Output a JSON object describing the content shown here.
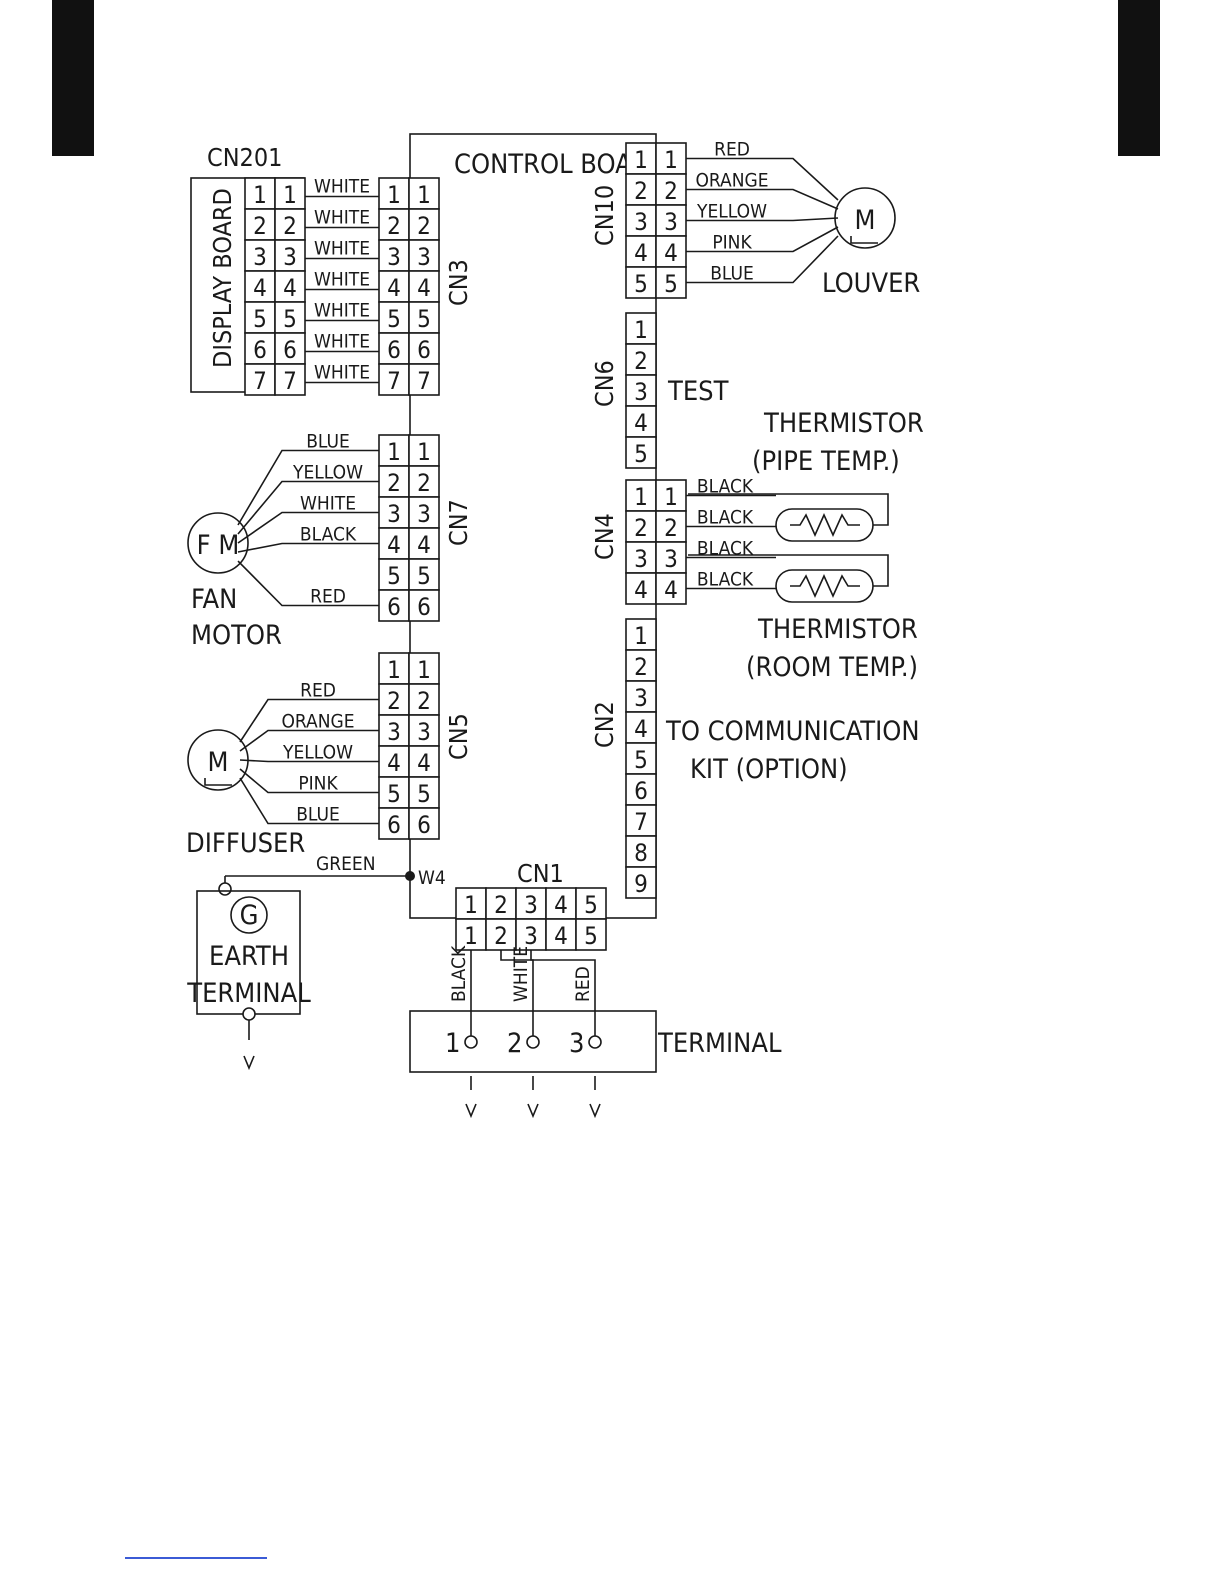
{
  "labels": {
    "cn201": "CN201",
    "display_board": "DISPLAY BOARD",
    "control_board": "CONTROL BOARD",
    "cn3": "CN3",
    "cn10": "CN10",
    "cn6": "CN6",
    "cn4": "CN4",
    "cn2": "CN2",
    "cn7": "CN7",
    "cn5": "CN5",
    "cn1": "CN1",
    "louver": "LOUVER",
    "test": "TEST",
    "thermistor_pipe_1": "THERMISTOR",
    "thermistor_pipe_2": "(PIPE TEMP.)",
    "thermistor_room_1": "THERMISTOR",
    "thermistor_room_2": "(ROOM TEMP.)",
    "comm_kit_1": "TO COMMUNICATION",
    "comm_kit_2": "KIT (OPTION)",
    "fan_motor_symbol": "F M",
    "fan_1": "FAN",
    "fan_2": "MOTOR",
    "diffuser": "DIFFUSER",
    "green": "GREEN",
    "w4": "W4",
    "earth_g": "G",
    "earth_1": "EARTH",
    "earth_2": "TERMINAL",
    "terminal": "TERMINAL",
    "motor_m": "M"
  },
  "wires": {
    "cn3": [
      "WHITE",
      "WHITE",
      "WHITE",
      "WHITE",
      "WHITE",
      "WHITE",
      "WHITE"
    ],
    "cn10": [
      "RED",
      "ORANGE",
      "YELLOW",
      "PINK",
      "BLUE"
    ],
    "cn7": [
      "BLUE",
      "YELLOW",
      "WHITE",
      "BLACK",
      "RED"
    ],
    "cn4": [
      "BLACK",
      "BLACK",
      "BLACK",
      "BLACK"
    ],
    "cn5": [
      "RED",
      "ORANGE",
      "YELLOW",
      "PINK",
      "BLUE"
    ],
    "cn1": [
      "BLACK",
      "WHITE",
      "RED"
    ]
  },
  "pins": {
    "cn201": [
      "1",
      "2",
      "3",
      "4",
      "5",
      "6",
      "7"
    ],
    "cn3": [
      "1",
      "2",
      "3",
      "4",
      "5",
      "6",
      "7"
    ],
    "cn10": [
      "1",
      "2",
      "3",
      "4",
      "5"
    ],
    "cn6": [
      "1",
      "2",
      "3",
      "4",
      "5"
    ],
    "cn4": [
      "1",
      "2",
      "3",
      "4"
    ],
    "cn2": [
      "1",
      "2",
      "3",
      "4",
      "5",
      "6",
      "7",
      "8",
      "9"
    ],
    "cn7": [
      "1",
      "2",
      "3",
      "4",
      "5",
      "6"
    ],
    "cn5": [
      "1",
      "2",
      "3",
      "4",
      "5",
      "6"
    ],
    "cn1": [
      "1",
      "2",
      "3",
      "4",
      "5"
    ],
    "terminal": [
      "1",
      "2",
      "3"
    ]
  }
}
